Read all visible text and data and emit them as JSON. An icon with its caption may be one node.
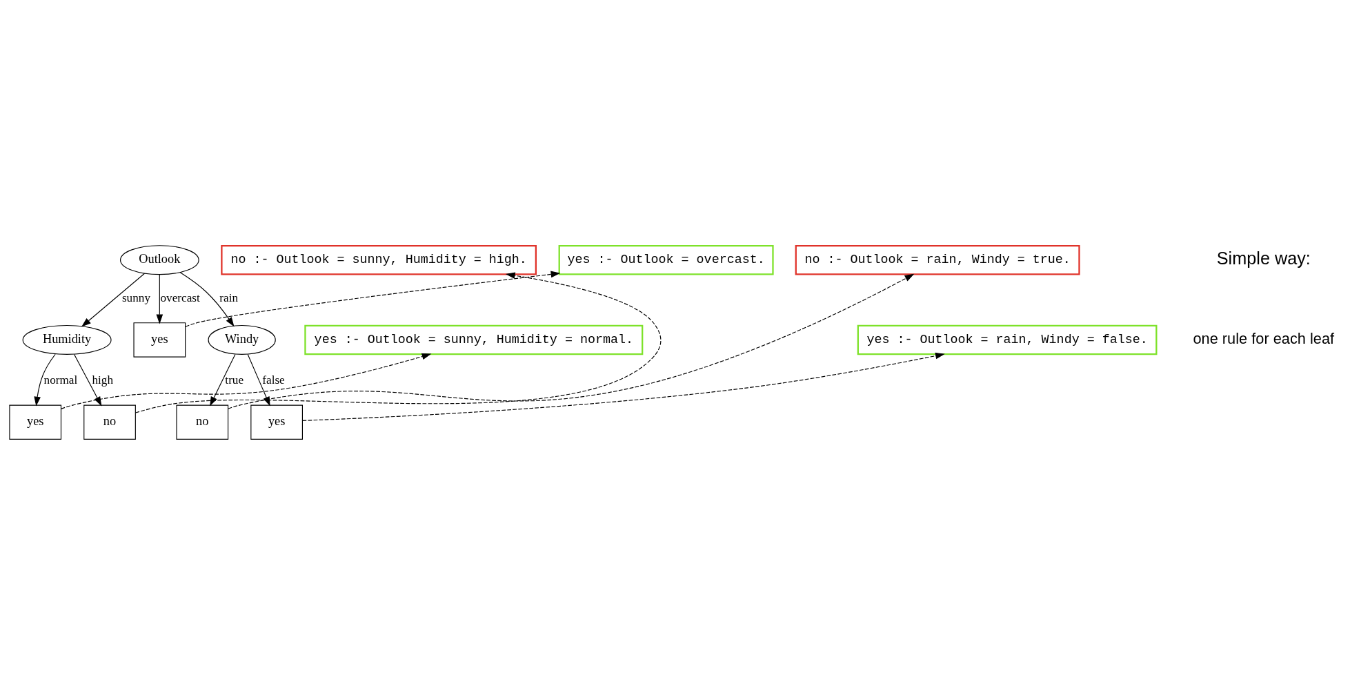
{
  "diagram": {
    "nodes": [
      {
        "text": [
          "Outlook"
        ]
      },
      {
        "text": [
          "Humidity"
        ]
      },
      {
        "text": [
          "yes"
        ]
      },
      {
        "text": [
          "Windy"
        ]
      },
      {
        "text": [
          "yes"
        ]
      },
      {
        "text": [
          "no"
        ]
      },
      {
        "text": [
          "no"
        ]
      },
      {
        "text": [
          "yes"
        ]
      },
      {
        "text": [
          "yes :- Outlook = overcast."
        ]
      },
      {
        "text": [
          "yes :- Outlook = sunny, Humidity = normal."
        ]
      },
      {
        "text": [
          "yes :- Outlook = rain, Windy = false."
        ]
      },
      {
        "text": [
          "no :- Outlook = sunny, Humidity = high."
        ]
      },
      {
        "text": [
          "no :- Outlook = rain, Windy = true."
        ]
      }
    ],
    "edges": [
      {
        "from": 0,
        "to": 1,
        "arrow": "to",
        "label": "sunny"
      },
      {
        "from": 0,
        "to": 2,
        "arrow": "to",
        "label": "overcast"
      },
      {
        "from": 0,
        "to": 3,
        "arrow": "to",
        "label": "rain"
      },
      {
        "from": 1,
        "to": 4,
        "arrow": "to",
        "label": "normal"
      },
      {
        "from": 1,
        "to": 5,
        "arrow": "to",
        "label": "high"
      },
      {
        "from": 3,
        "to": 6,
        "arrow": "to",
        "label": "true"
      },
      {
        "from": 3,
        "to": 7,
        "arrow": "to",
        "label": "false"
      },
      {
        "from": 2,
        "to": 8,
        "arrow": "to",
        "style": "dashed"
      },
      {
        "from": 4,
        "to": 9,
        "arrow": "to",
        "style": "dashed"
      },
      {
        "from": 7,
        "to": 10,
        "arrow": "to",
        "style": "dashed"
      },
      {
        "from": 5,
        "to": 11,
        "arrow": "to",
        "style": "dashed"
      },
      {
        "from": 6,
        "to": 12,
        "arrow": "to",
        "style": "dashed"
      }
    ],
    "labels": [
      "Simple way:",
      "one rule for each leaf"
    ]
  }
}
